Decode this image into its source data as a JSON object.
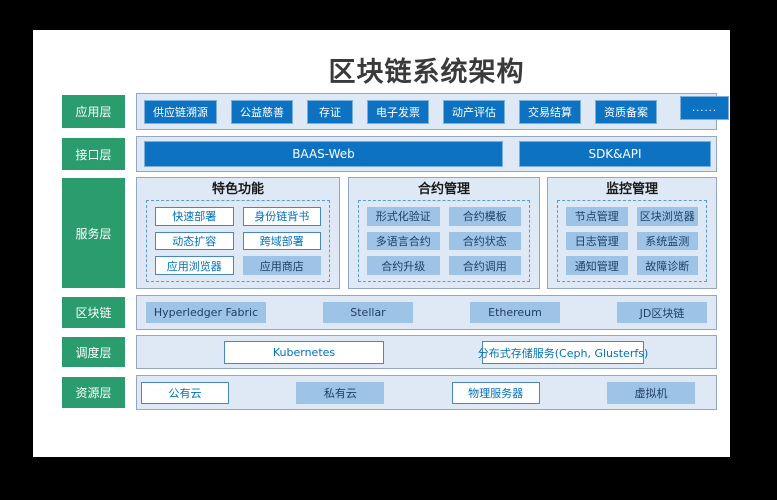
{
  "title": "区块链系统架构",
  "colors": {
    "background": "#000000",
    "canvas": "#ffffff",
    "layer_label_green": "#2b9c6e",
    "dark_blue_box": "#0d72c2",
    "light_blue_box": "#9dc3e6",
    "row_container_fill": "#dfe9f5",
    "row_container_border": "#93a7c4",
    "outline_box_border": "#4a86c0",
    "outline_box_text": "#0070c0",
    "dashed_border": "#5b9bd5"
  },
  "layers": {
    "application": {
      "label": "应用层",
      "items": [
        "供应链溯源",
        "公益慈善",
        "存证",
        "电子发票",
        "动产评估",
        "交易结算",
        "资质备案"
      ],
      "more": "......"
    },
    "interface": {
      "label": "接口层",
      "items": [
        "BAAS-Web",
        "SDK&API"
      ]
    },
    "service": {
      "label": "服务层",
      "groups": [
        {
          "title": "特色功能",
          "items": [
            "快速部署",
            "身份链背书",
            "动态扩容",
            "跨域部署",
            "应用浏览器",
            "应用商店"
          ]
        },
        {
          "title": "合约管理",
          "items": [
            "形式化验证",
            "合约模板",
            "多语言合约",
            "合约状态",
            "合约升级",
            "合约调用"
          ]
        },
        {
          "title": "监控管理",
          "items": [
            "节点管理",
            "区块浏览器",
            "日志管理",
            "系统监测",
            "通知管理",
            "故障诊断"
          ]
        }
      ]
    },
    "blockchain": {
      "label": "区块链",
      "items": [
        "Hyperledger Fabric",
        "Stellar",
        "Ethereum",
        "JD区块链"
      ]
    },
    "scheduling": {
      "label": "调度层",
      "items": [
        "Kubernetes",
        "分布式存储服务(Ceph, Glusterfs)"
      ]
    },
    "resource": {
      "label": "资源层",
      "items": [
        "公有云",
        "私有云",
        "物理服务器",
        "虚拟机"
      ]
    }
  }
}
